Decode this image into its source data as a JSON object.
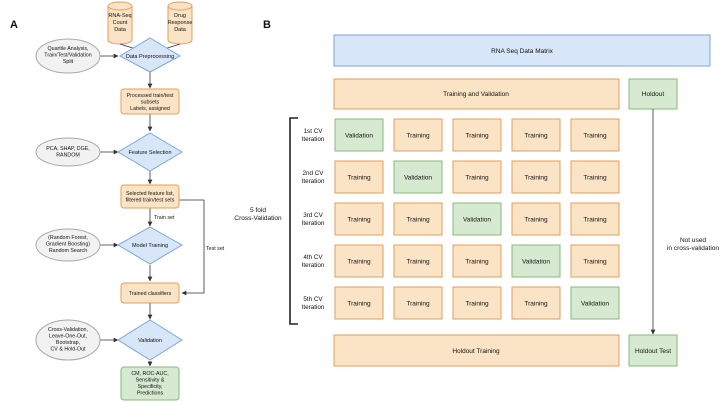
{
  "colors": {
    "orange_fill": "#fbe3c6",
    "orange_stroke": "#e2a05a",
    "blue_fill": "#d7e6f8",
    "blue_stroke": "#7ea6d8",
    "green_fill": "#d6ead1",
    "green_stroke": "#89b77b",
    "gray_fill": "#f2f2f2",
    "gray_stroke": "#a8a8a8",
    "line": "#333333"
  },
  "panel_a": {
    "label": "A",
    "source_rna": [
      "RNA-Seq",
      "Count",
      "Data"
    ],
    "source_drug": [
      "Drug",
      "Response",
      "Data"
    ],
    "side_quartile": [
      "Quartile Analysis,",
      "Train/Test/Validation",
      "Split"
    ],
    "step_preprocessing": "Data Preprocessing",
    "box_processed": [
      "Processed train/test",
      "subsets",
      "Labels, assigned"
    ],
    "side_pca": [
      "PCA, SHAP, DGE,",
      "RANDOM"
    ],
    "step_feature": "Feature Selection",
    "box_selected": [
      "Selected feature list,",
      "filtered train/test sets"
    ],
    "label_train_set": "Train set",
    "label_test_set": "Test set",
    "side_models": [
      "(Random Forest,",
      "Gradient Boosting)",
      "Random Search"
    ],
    "step_training": "Model Training",
    "box_trained": "Trained classifiers",
    "side_cv": [
      "Cross-Validation,",
      "Leave-One-Out,",
      "Bootstrap,",
      "CV & Hold-Out"
    ],
    "step_validation": "Validation",
    "box_results": [
      "CM, ROC-AUC,",
      "Sensitivity &",
      "Specificity,",
      "Predictions"
    ]
  },
  "panel_b": {
    "label": "B",
    "matrix_label": "RNA Seq Data Matrix",
    "train_val_label": "Training and Validation",
    "holdout_label": "Holdout",
    "fold_label": [
      "5 fold",
      "Cross-Validation"
    ],
    "not_used_label": [
      "Not used",
      "in cross-validation"
    ],
    "cell_training": "Training",
    "cell_validation": "Validation",
    "iterations": [
      {
        "label": [
          "1st CV",
          "Iteration"
        ],
        "validation_index": 0
      },
      {
        "label": [
          "2nd CV",
          "Iteration"
        ],
        "validation_index": 1
      },
      {
        "label": [
          "3rd CV",
          "Iteration"
        ],
        "validation_index": 2
      },
      {
        "label": [
          "4th CV",
          "Iteration"
        ],
        "validation_index": 3
      },
      {
        "label": [
          "5th CV",
          "Iteration"
        ],
        "validation_index": 4
      }
    ],
    "holdout_training_label": "Holdout Training",
    "holdout_test_label": "Holdout Test"
  }
}
